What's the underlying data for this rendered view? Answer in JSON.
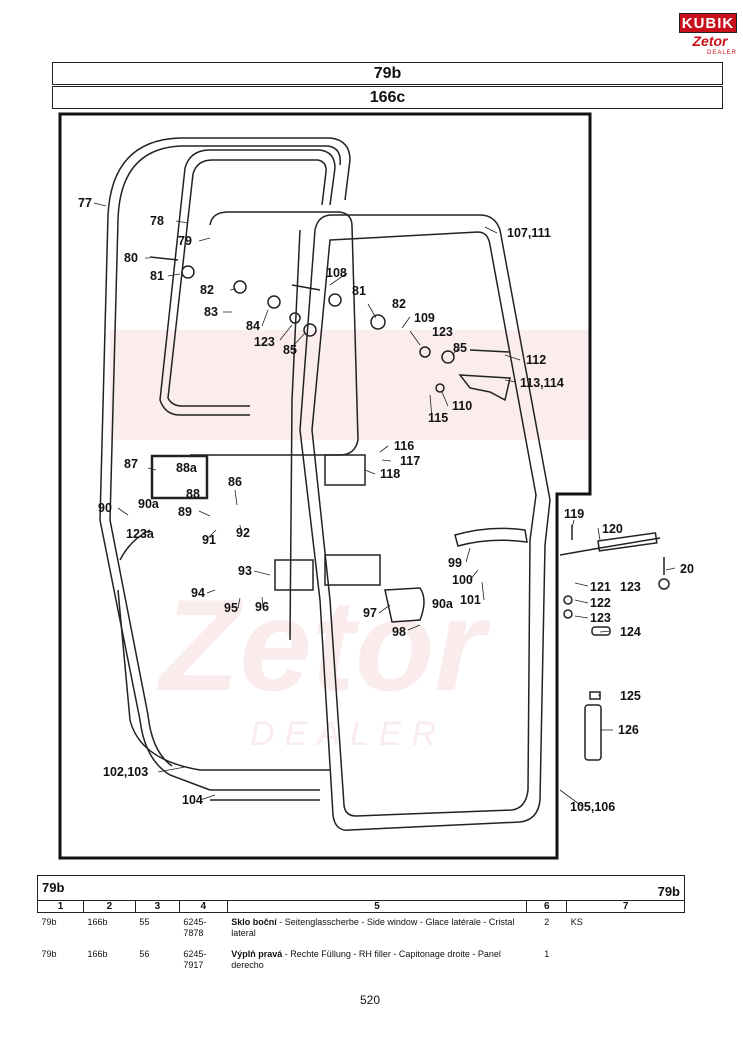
{
  "brand": {
    "top": "KUBIK",
    "middle": "Zetor",
    "sub": "DEALER"
  },
  "header": {
    "code1": "79b",
    "code2": "166c"
  },
  "diagram": {
    "labels": [
      "77",
      "78",
      "79",
      "80",
      "81",
      "82",
      "83",
      "84",
      "123",
      "85",
      "108",
      "81",
      "82",
      "109",
      "123",
      "85",
      "112",
      "113,114",
      "110",
      "115",
      "107,111",
      "87",
      "88a",
      "88",
      "86",
      "116",
      "117",
      "118",
      "90",
      "90a",
      "123a",
      "89",
      "91",
      "92",
      "93",
      "94",
      "95",
      "96",
      "99",
      "100",
      "101",
      "97",
      "90a",
      "98",
      "119",
      "120",
      "20",
      "121",
      "122",
      "123",
      "123",
      "124",
      "125",
      "126",
      "102,103",
      "104",
      "105,106"
    ]
  },
  "table": {
    "title_left": "79b",
    "title_right": "79b",
    "columns": [
      "1",
      "2",
      "3",
      "4",
      "5",
      "6",
      "7"
    ],
    "rows": [
      {
        "c1": "79b",
        "c2": "166b",
        "c3": "55",
        "c4": "6245-7878",
        "name": "Sklo boční",
        "desc": " - Seitenglasscherbe - Side window - Glace latérale - Cristal lateral",
        "qty": "2",
        "unit": "KS"
      },
      {
        "c1": "79b",
        "c2": "166b",
        "c3": "56",
        "c4": "6245-7917",
        "name": "Výplň pravá",
        "desc": " - Rechte Füllung - RH filler - Capitonage droite - Panel derecho",
        "qty": "1",
        "unit": ""
      }
    ]
  },
  "page_number": "520"
}
